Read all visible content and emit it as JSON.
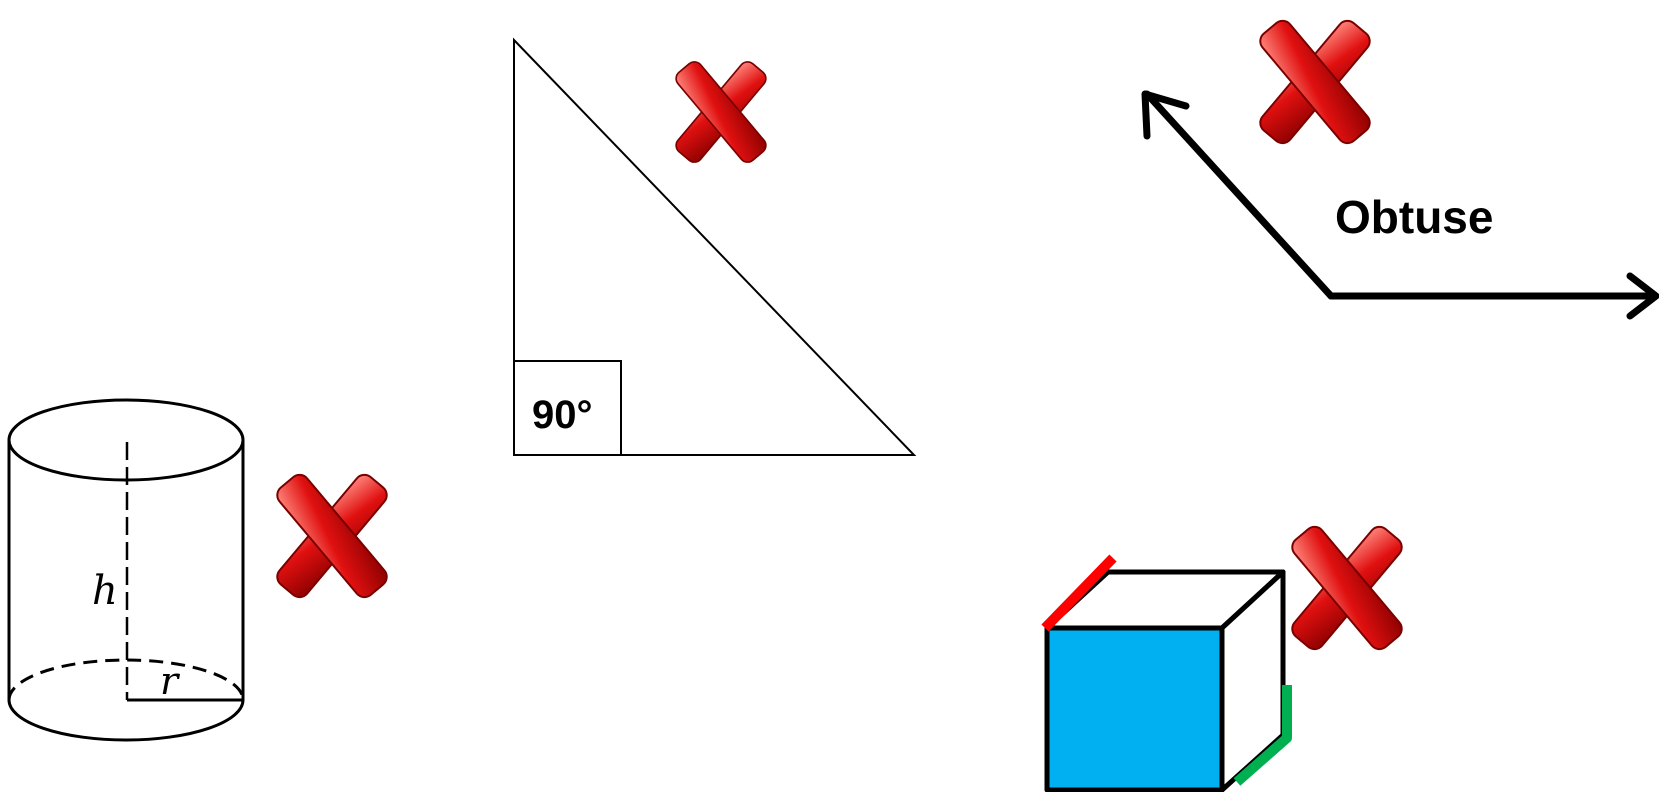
{
  "colors": {
    "background": "#ffffff",
    "stroke": "#000000",
    "cross_fill_light": "#f0504c",
    "cross_fill_dark": "#b00000",
    "cube_face": "#00b0f0",
    "edge_red": "#ff0000",
    "edge_green": "#00b050"
  },
  "cylinder": {
    "height_label": "h",
    "radius_label": "r"
  },
  "triangle": {
    "angle_label": "90°"
  },
  "angle": {
    "label": "Obtuse"
  },
  "icons": {
    "cross": "red-x-icon",
    "arrow": "arrowhead-icon"
  }
}
